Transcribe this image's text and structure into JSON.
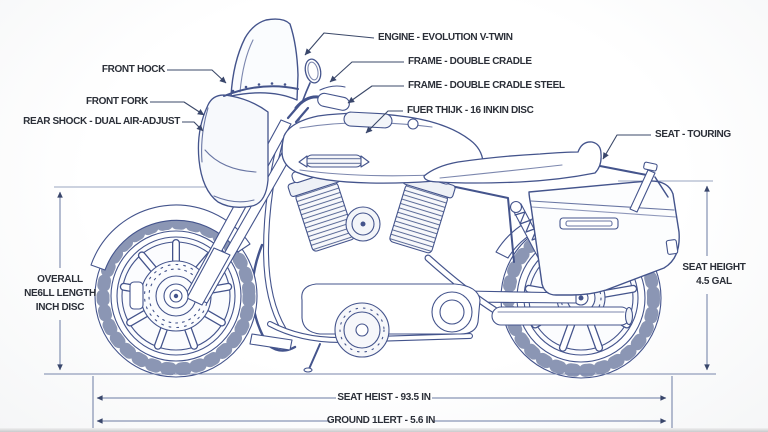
{
  "diagram": {
    "subject": "motorcycle-blueprint",
    "callouts": {
      "front_hock": "FRONT HOCK",
      "front_fork": "FRONT FORK",
      "rear_shock": "REAR SHOCK - DUAL AIR-ADJUST",
      "engine": "ENGINE - EVOLUTION V-TWIN",
      "frame": "FRAME - DOUBLE CRADLE",
      "frame_steel": "FRAME - DOUBLE CRADLE STEEL",
      "fuel_tank": "FUER THIJK - 16 INKIN DISC",
      "seat": "SEAT - TOURING"
    },
    "dimensions": {
      "left_block": {
        "line1": "OVERALL",
        "line2": "NE6LL LENGTH",
        "line3": "INCH DISC"
      },
      "right_block": {
        "line1": "SEAT HEIGHT",
        "line2": "4.5 GAL"
      },
      "bottom_first": "SEAT HEIST - 93.5 IN",
      "bottom_second": "GROUND 1LERT - 5.6 IN"
    },
    "colors": {
      "line_art": "#44548c",
      "line_art_light": "#8b97ba",
      "dimension_lines": "#6b7ba3",
      "label_text": "#2b2f38",
      "background": "#fcfcfd"
    }
  }
}
